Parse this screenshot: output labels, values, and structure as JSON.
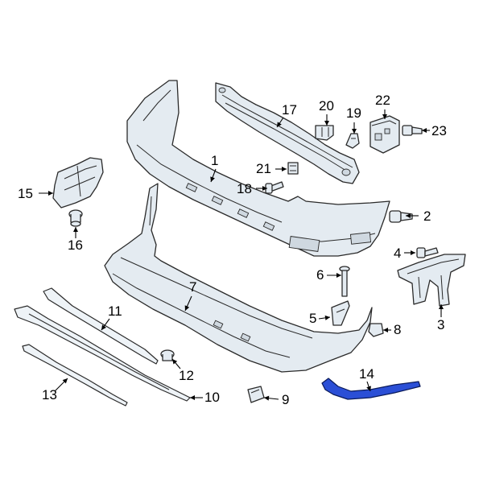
{
  "accent_color": "#2b4fd6",
  "callouts": [
    {
      "id": "1",
      "label": "1"
    },
    {
      "id": "2",
      "label": "2"
    },
    {
      "id": "3",
      "label": "3"
    },
    {
      "id": "4",
      "label": "4"
    },
    {
      "id": "5",
      "label": "5"
    },
    {
      "id": "6",
      "label": "6"
    },
    {
      "id": "7",
      "label": "7"
    },
    {
      "id": "8",
      "label": "8"
    },
    {
      "id": "9",
      "label": "9"
    },
    {
      "id": "10",
      "label": "10"
    },
    {
      "id": "11",
      "label": "11"
    },
    {
      "id": "12",
      "label": "12"
    },
    {
      "id": "13",
      "label": "13"
    },
    {
      "id": "14",
      "label": "14"
    },
    {
      "id": "15",
      "label": "15"
    },
    {
      "id": "16",
      "label": "16"
    },
    {
      "id": "17",
      "label": "17"
    },
    {
      "id": "18",
      "label": "18"
    },
    {
      "id": "19",
      "label": "19"
    },
    {
      "id": "20",
      "label": "20"
    },
    {
      "id": "21",
      "label": "21"
    },
    {
      "id": "22",
      "label": "22"
    },
    {
      "id": "23",
      "label": "23"
    }
  ],
  "highlighted_part": "14"
}
